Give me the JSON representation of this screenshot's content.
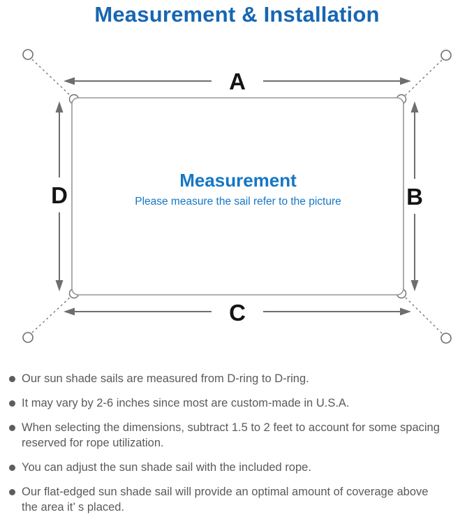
{
  "page": {
    "title": "Measurement & Installation"
  },
  "colors": {
    "title_blue": "#1766b2",
    "center_blue": "#1577c5",
    "line_gray": "#979797",
    "arrow_gray": "#6e6e6e",
    "label_black": "#141414",
    "note_gray": "#5a5a5a"
  },
  "diagram": {
    "labels": {
      "top": "A",
      "right": "B",
      "bottom": "C",
      "left": "D"
    },
    "center": {
      "heading": "Measurement",
      "subtitle": "Please measure the sail refer to the picture"
    }
  },
  "notes": [
    {
      "lines": [
        "Our sun shade sails are measured from D-ring to D-ring."
      ]
    },
    {
      "lines": [
        "It may vary by 2-6 inches since most are custom-made in U.S.A."
      ]
    },
    {
      "lines": [
        "When selecting the dimensions, subtract 1.5 to 2 feet to account for some spacing",
        "reserved for rope utilization."
      ]
    },
    {
      "lines": [
        "You can adjust the sun shade sail with the included rope."
      ]
    },
    {
      "lines": [
        "Our flat-edged sun shade sail will provide an optimal amount of coverage above",
        "the area it’ s placed."
      ]
    }
  ]
}
